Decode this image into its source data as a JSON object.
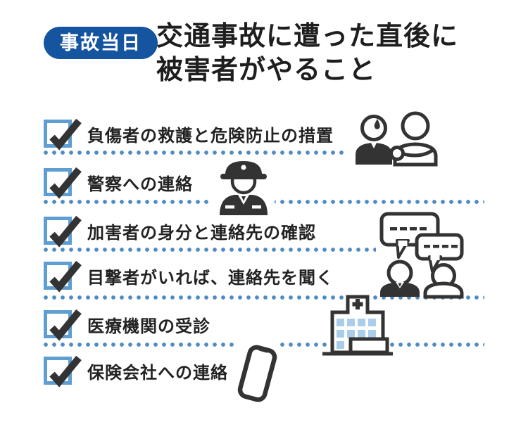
{
  "header": {
    "badge": "事故当日",
    "title_line1": "交通事故に遭った直後に",
    "title_line2": "被害者がやること"
  },
  "checklist": [
    {
      "label": "負傷者の救護と危険防止の措置",
      "icon": "injured-person-helped-icon",
      "checked": true
    },
    {
      "label": "警察への連絡",
      "icon": "police-officer-icon",
      "checked": true
    },
    {
      "label": "加害者の身分と連絡先の確認",
      "icon": "conversation-bubbles-icon",
      "checked": true
    },
    {
      "label": "目撃者がいれば、連絡先を聞く",
      "icon": "two-people-icon",
      "checked": true
    },
    {
      "label": "医療機関の受診",
      "icon": "hospital-icon",
      "checked": true
    },
    {
      "label": "保険会社への連絡",
      "icon": "smartphone-icon",
      "checked": true
    }
  ],
  "colors": {
    "badge_bg": "#15549E",
    "checkbox_border": "#5f9ed2",
    "checkmark": "#333333",
    "dots": "#4e8bc4",
    "text": "#222222",
    "icon_dark": "#333333",
    "hospital_window": "#A9CDEB"
  }
}
